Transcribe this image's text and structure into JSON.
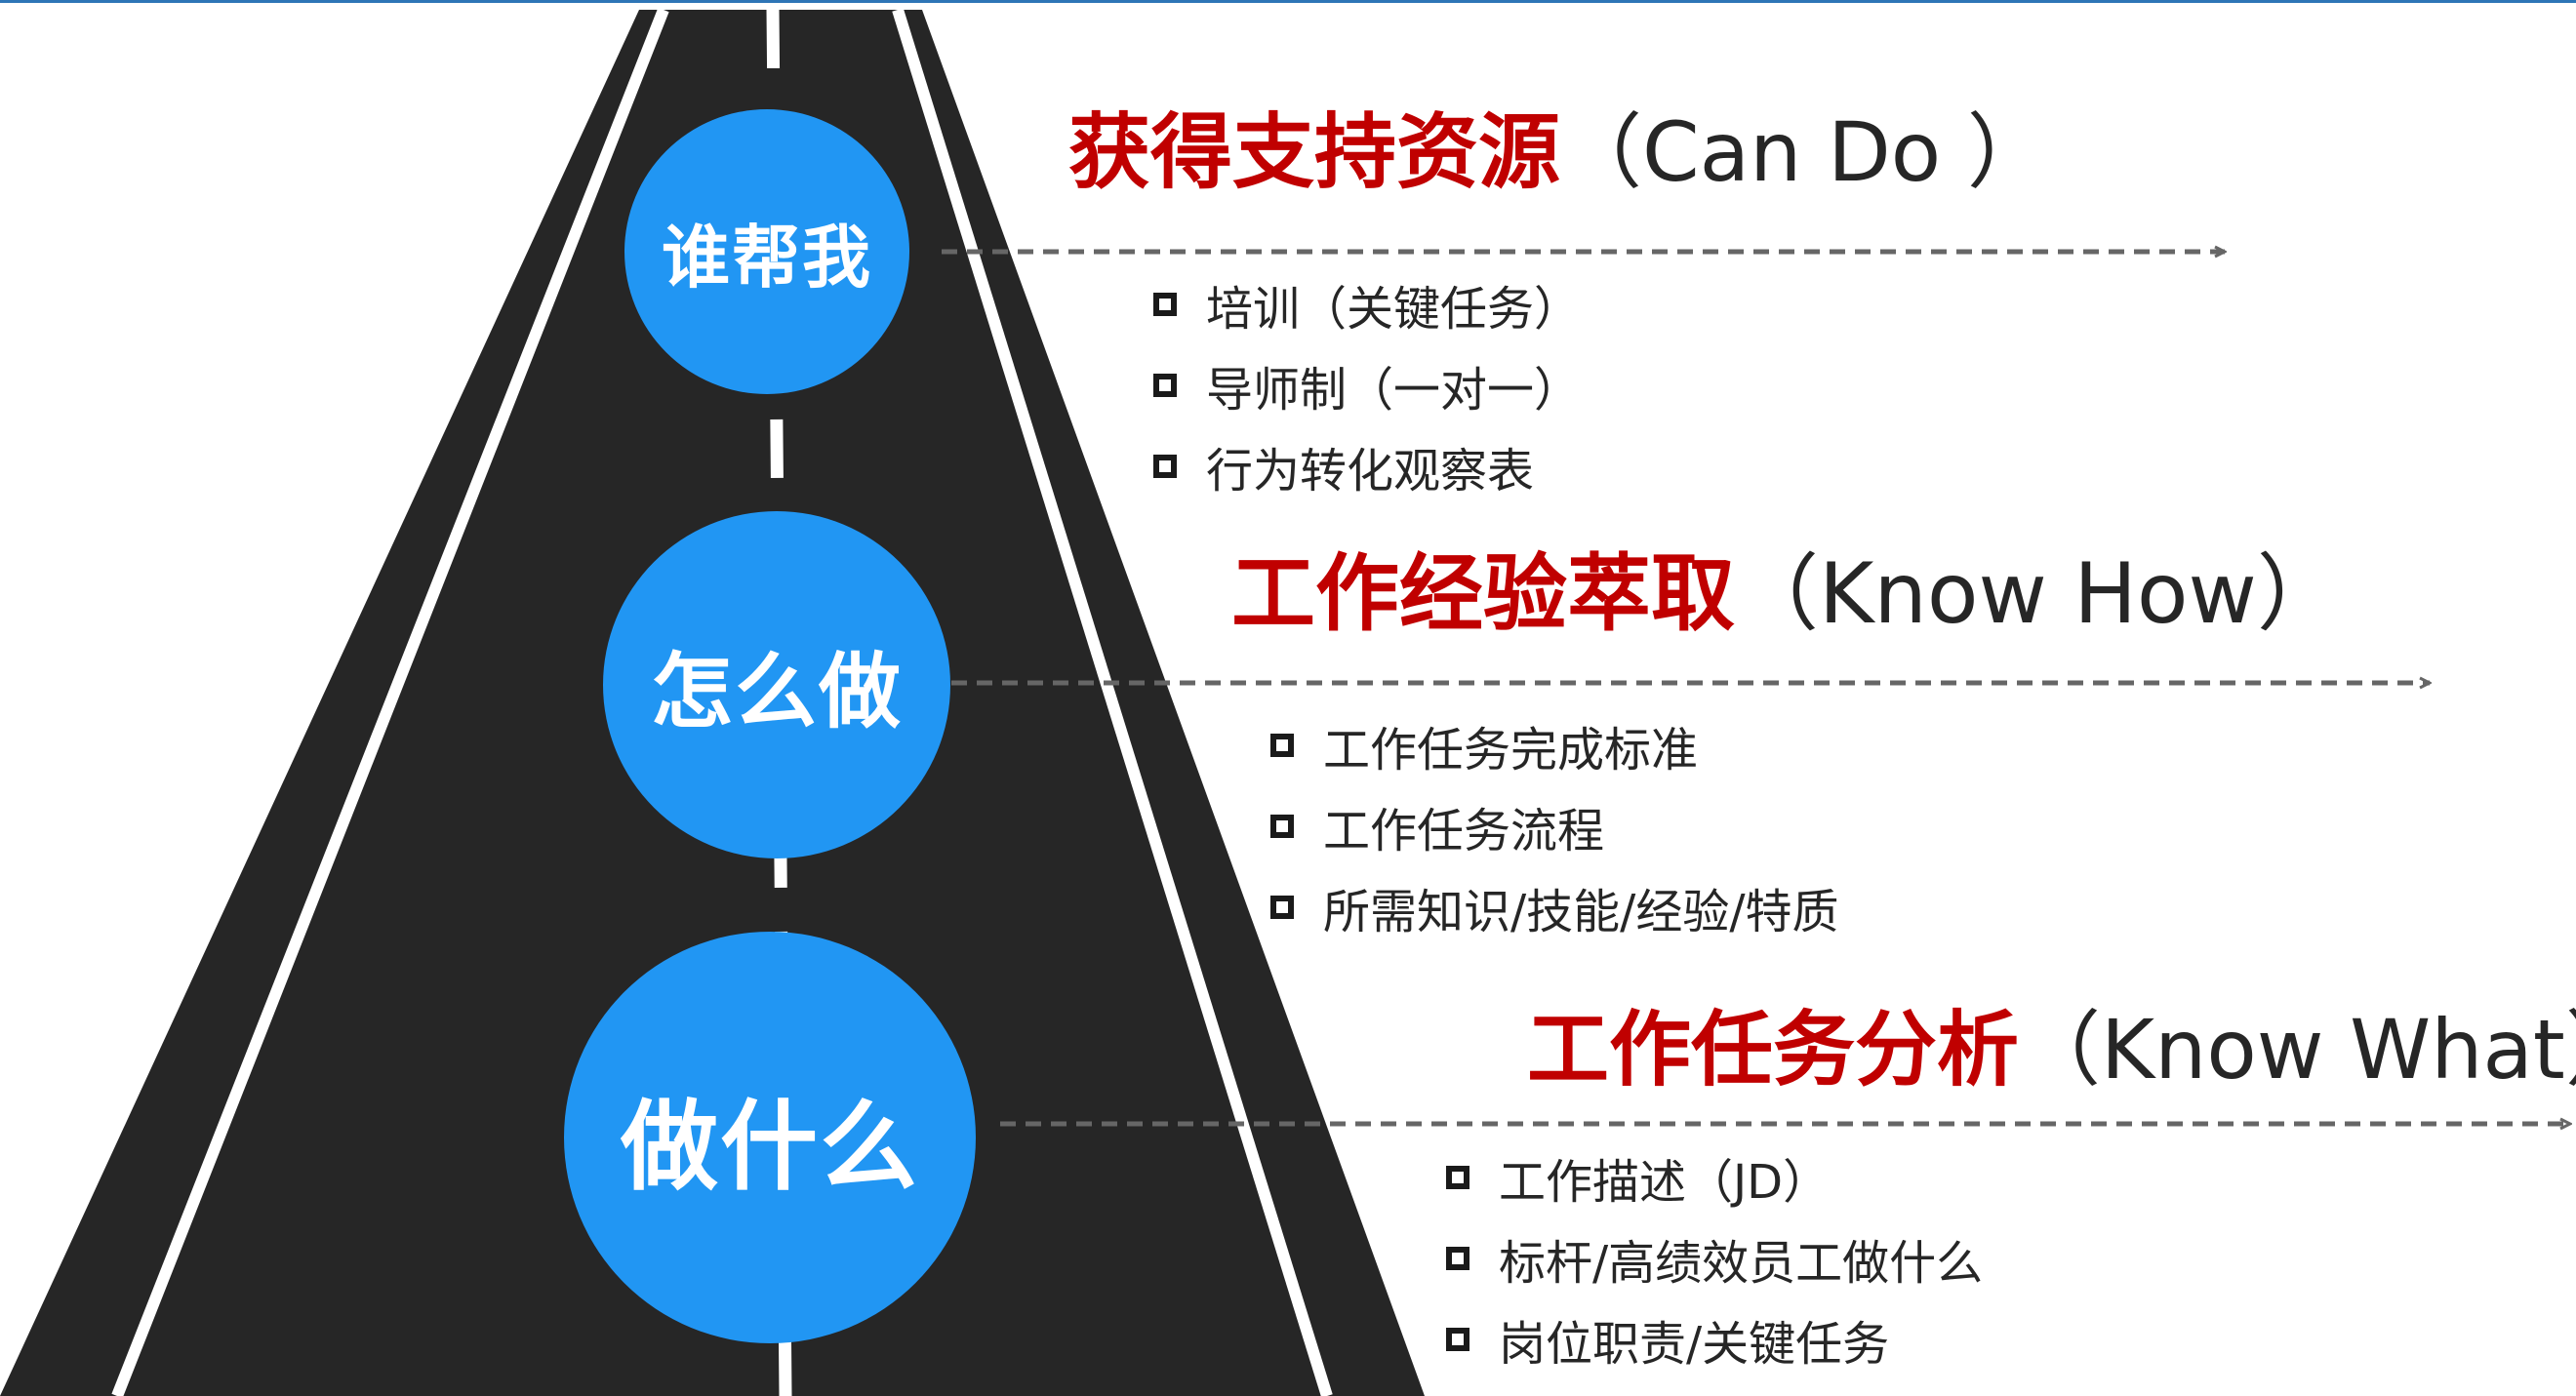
{
  "colors": {
    "road": "#262626",
    "circle": "#2196f3",
    "heading_red": "#c00000",
    "text": "#262626",
    "arrow": "#666666",
    "top_rule": "#2e75b6"
  },
  "stages": [
    {
      "circle_label": "谁帮我",
      "heading_cn": "获得支持资源",
      "heading_en": "（Can Do  ）",
      "items": [
        "培训（关键任务）",
        "导师制（一对一）",
        "行为转化观察表"
      ]
    },
    {
      "circle_label": "怎么做",
      "heading_cn": "工作经验萃取",
      "heading_en": "（Know How）",
      "items": [
        "工作任务完成标准",
        "工作任务流程",
        "所需知识/技能/经验/特质"
      ]
    },
    {
      "circle_label": "做什么",
      "heading_cn": "工作任务分析",
      "heading_en": "（Know What）",
      "items": [
        "工作描述（JD）",
        "标杆/高绩效员工做什么",
        "岗位职责/关键任务"
      ]
    }
  ]
}
